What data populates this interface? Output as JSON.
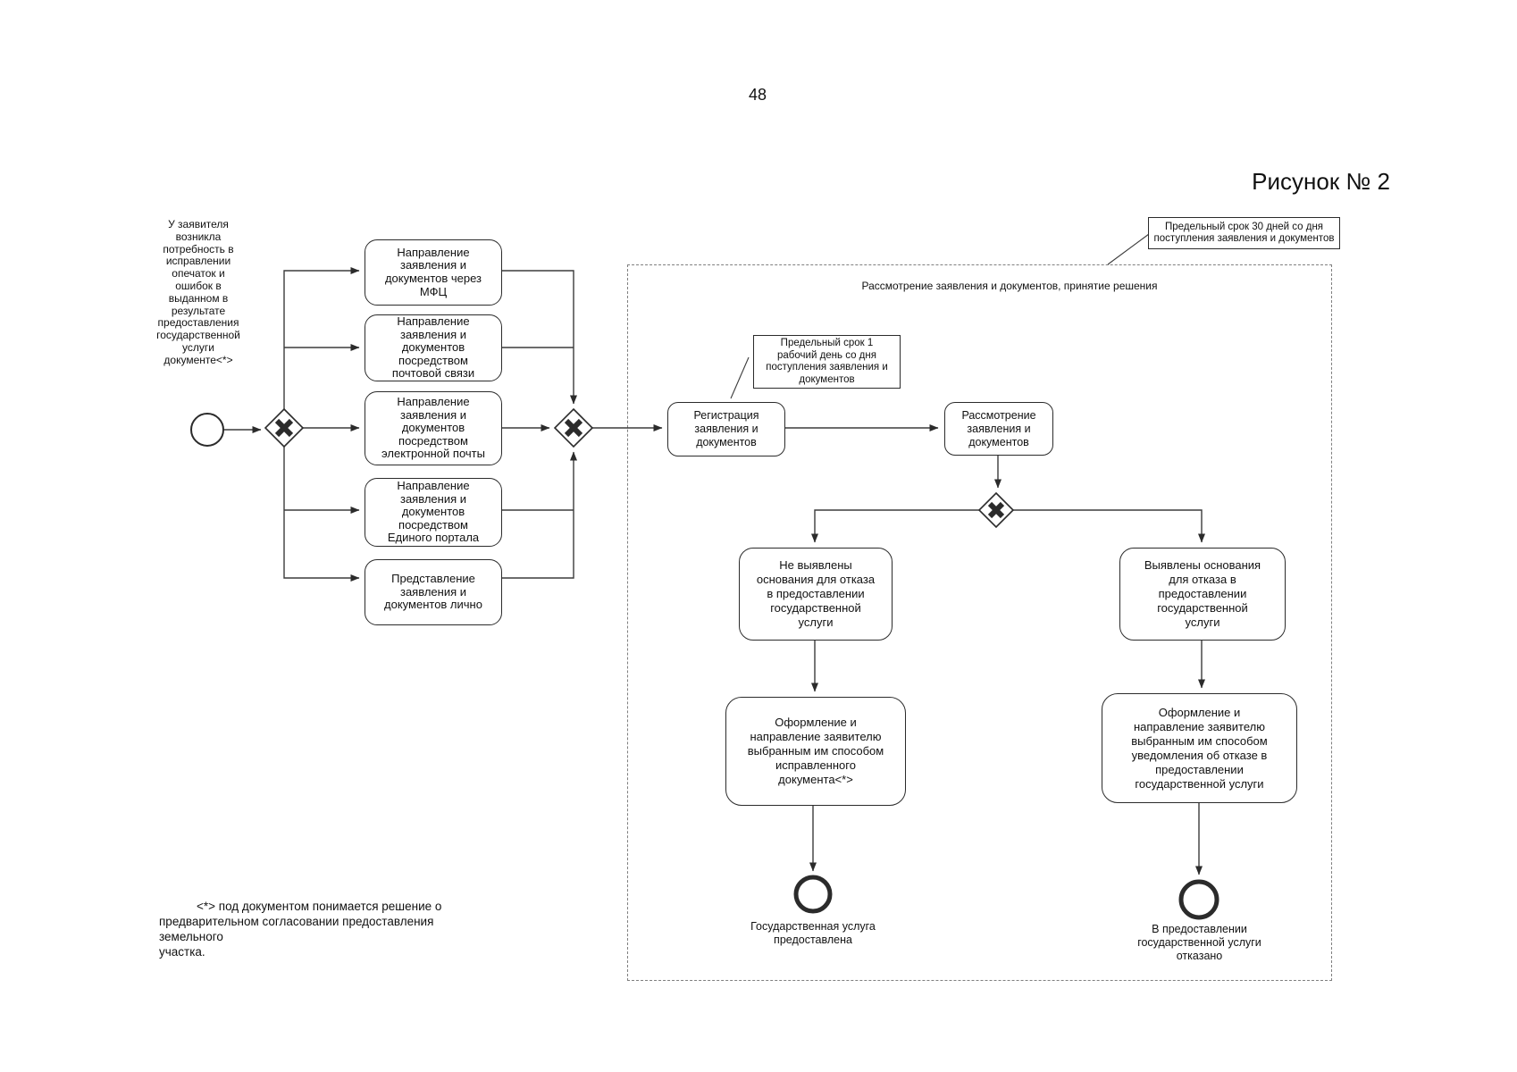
{
  "page": {
    "number": "48",
    "figure_title": "Рисунок № 2",
    "footnote": "<*> под документом понимается решение о\nпредварительном согласовании предоставления земельного\nучастка."
  },
  "start_note": "У заявителя\nвозникла\nпотребность в\nисправлении\nопечаток и\nошибок в\nвыданном в\nрезультате\nпредоставления\nгосударственной\nуслуги\nдокументе<*>",
  "channels": [
    {
      "label": "Направление\nзаявления и\nдокументов через\nМФЦ"
    },
    {
      "label": "Направление\nзаявления и\nдокументов\nпосредством\nпочтовой связи"
    },
    {
      "label": "Направление\nзаявления и\nдокументов\nпосредством\nэлектронной почты"
    },
    {
      "label": "Направление\nзаявления и\nдокументов\nпосредством\nЕдиного портала"
    },
    {
      "label": "Представление\nзаявления и\nдокументов лично"
    }
  ],
  "process_group": {
    "label": "Рассмотрение заявления и документов, принятие решения",
    "annotations": {
      "deadline_30": "Предельный срок 30 дней со дня\nпоступления заявления и документов",
      "deadline_1": "Предельный срок 1\nрабочий день со дня\nпоступления заявления и\nдокументов"
    }
  },
  "tasks": {
    "registration": "Регистрация\nзаявления и\nдокументов",
    "consideration": "Рассмотрение\nзаявления и\nдокументов",
    "no_grounds": "Не выявлены\nоснования для отказа\nв предоставлении\nгосударственной\nуслуги",
    "grounds": "Выявлены основания\nдля отказа в\nпредоставлении\nгосударственной\nуслуги",
    "issue_corrected": "Оформление и\nнаправление заявителю\nвыбранным им способом\nисправленного\nдокумента<*>",
    "issue_refusal": "Оформление и\nнаправление заявителю\nвыбранным им способом\nуведомления об отказе в\nпредоставлении\nгосударственной услуги"
  },
  "end_events": {
    "provided": "Государственная услуга\nпредоставлена",
    "refused": "В предоставлении\nгосударственной услуги\nотказано"
  },
  "colors": {
    "background": "#ffffff",
    "ink": "#111111",
    "line": "#3c3c3c",
    "border": "#2b2b2b",
    "dashed": "#7f7f7f"
  }
}
